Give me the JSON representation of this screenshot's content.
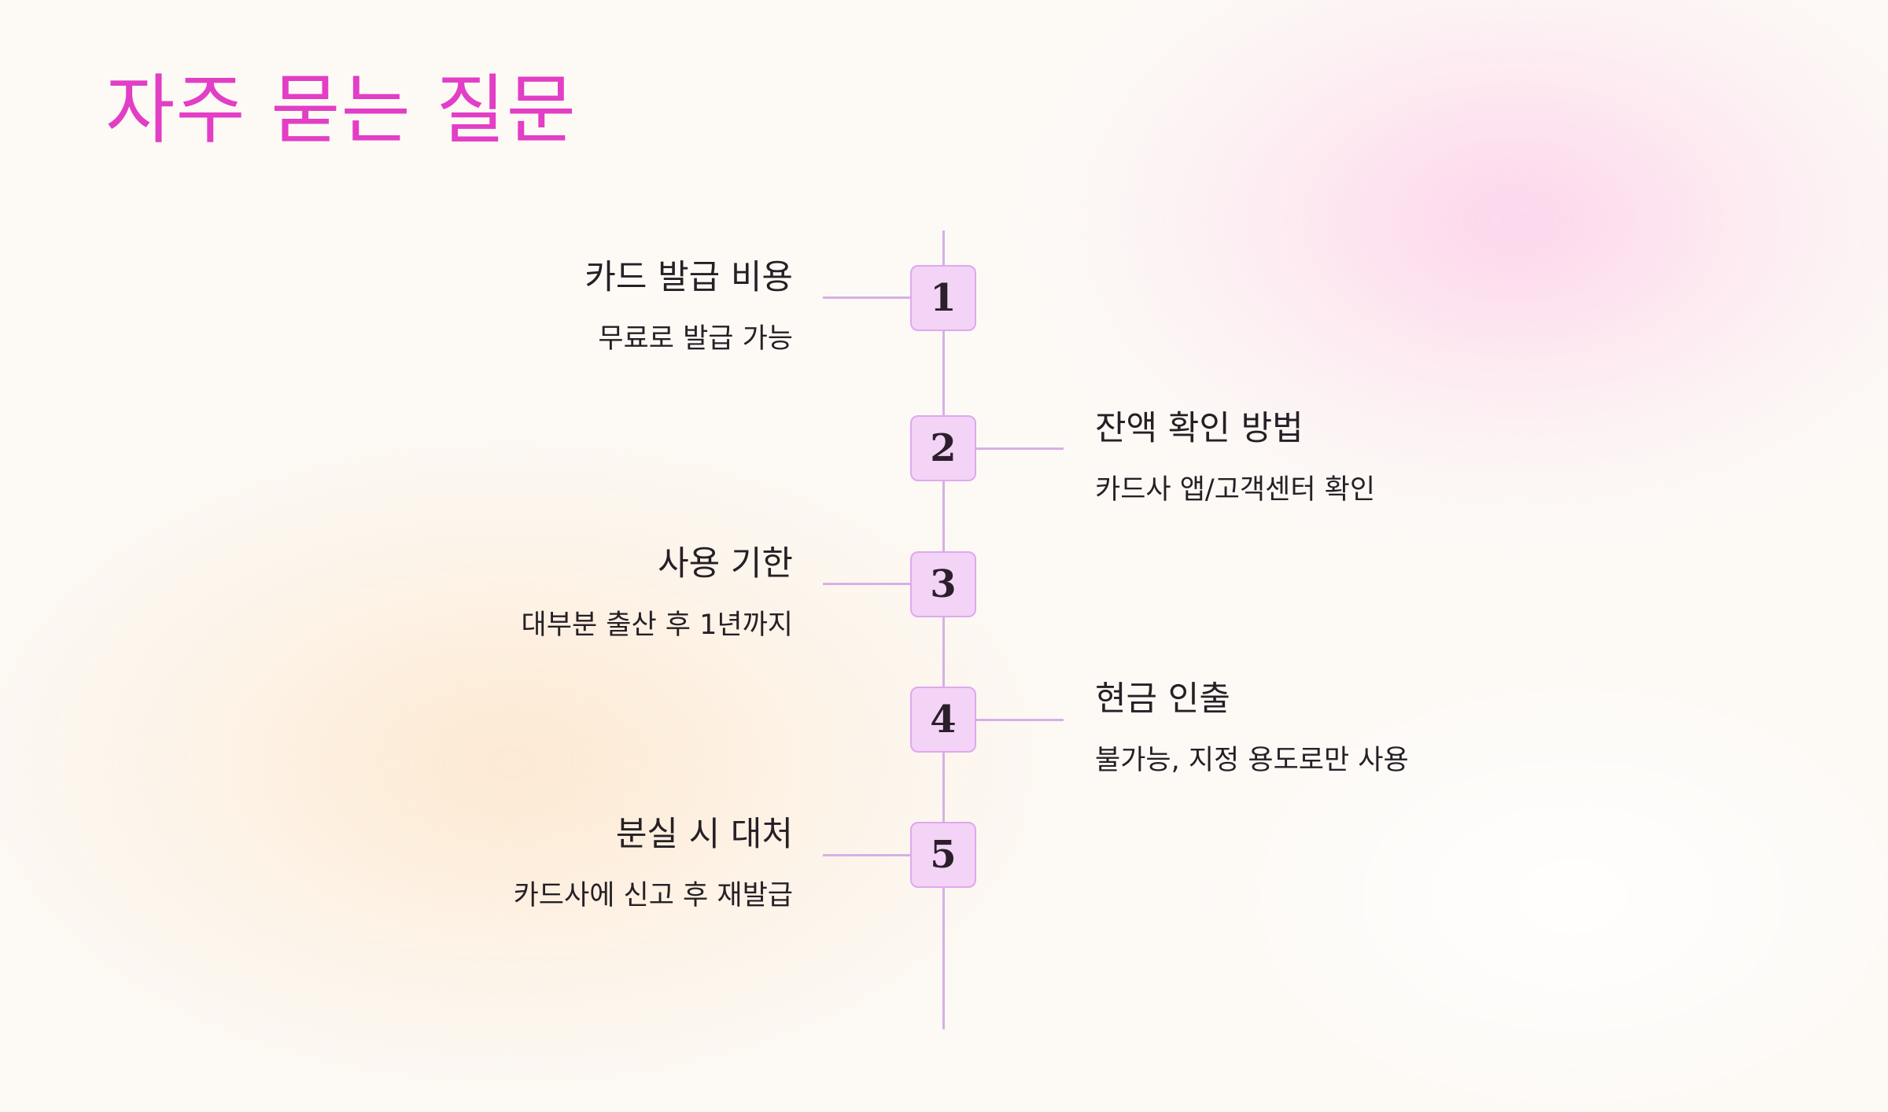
{
  "title": "자주 묻는 질문",
  "colors": {
    "title": "#e23ec6",
    "axis": "#d6b0e6",
    "box_fill": "#f3d3f6",
    "box_border": "#dfa8ef",
    "text": "#262026"
  },
  "items": [
    {
      "number": "1",
      "title": "카드 발급 비용",
      "description": "무료로 발급 가능",
      "side": "left"
    },
    {
      "number": "2",
      "title": "잔액 확인 방법",
      "description": "카드사 앱/고객센터 확인",
      "side": "right"
    },
    {
      "number": "3",
      "title": "사용 기한",
      "description": "대부분 출산 후 1년까지",
      "side": "left"
    },
    {
      "number": "4",
      "title": "현금 인출",
      "description": "불가능, 지정 용도로만 사용",
      "side": "right"
    },
    {
      "number": "5",
      "title": "분실 시 대처",
      "description": "카드사에 신고 후 재발급",
      "side": "left"
    }
  ]
}
